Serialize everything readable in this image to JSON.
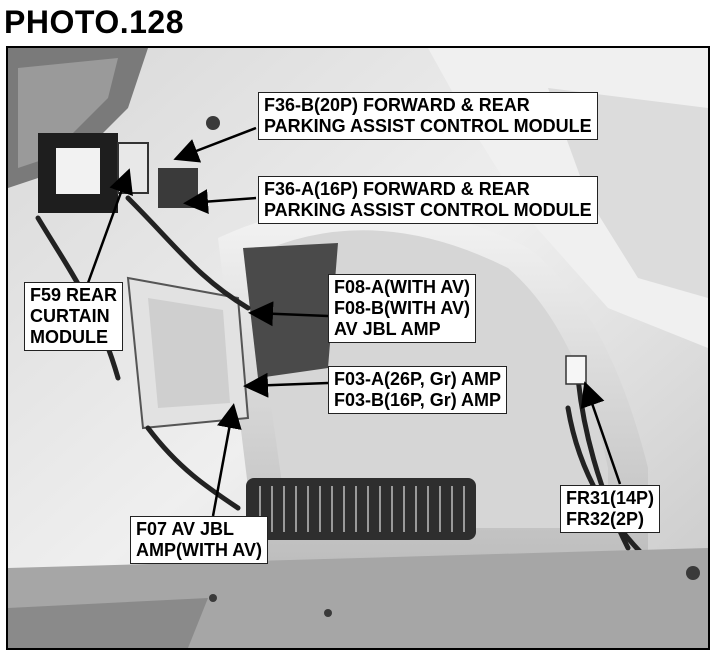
{
  "title": "PHOTO.128",
  "labels": {
    "f36b": {
      "line1": "F36-B(20P) FORWARD & REAR",
      "line2": "PARKING ASSIST CONTROL MODULE"
    },
    "f36a": {
      "line1": "F36-A(16P) FORWARD & REAR",
      "line2": "PARKING ASSIST CONTROL MODULE"
    },
    "f59": {
      "line1": "F59 REAR",
      "line2": "CURTAIN",
      "line3": "MODULE"
    },
    "f08": {
      "line1": "F08-A(WITH AV)",
      "line2": "F08-B(WITH AV)",
      "line3": "AV JBL AMP"
    },
    "f03": {
      "line1": "F03-A(26P, Gr) AMP",
      "line2": "F03-B(16P, Gr) AMP"
    },
    "f07": {
      "line1": "F07 AV JBL",
      "line2": "AMP(WITH AV)"
    },
    "fr31": {
      "line1": "FR31(14P)",
      "line2": "FR32(2P)"
    }
  },
  "colors": {
    "photo_light": "#e6e6e6",
    "photo_mid": "#b4b4b4",
    "photo_dark": "#3a3a3a",
    "label_bg": "#ffffff",
    "arrow": "#000000"
  }
}
